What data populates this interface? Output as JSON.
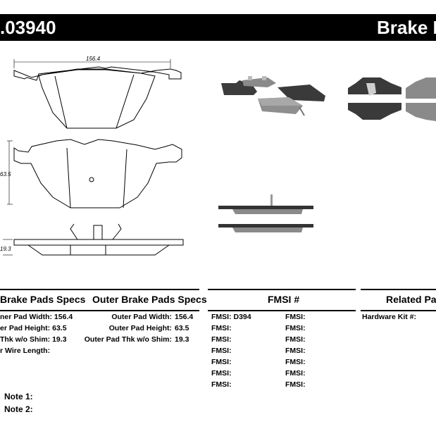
{
  "header": {
    "part_number": ".03940",
    "title": "Brake F"
  },
  "drawing": {
    "width_dim": "156.4",
    "height_dim": "63.5",
    "thk_dim": "19.3"
  },
  "columns": {
    "inner_header": "Brake Pads Specs",
    "outer_header": "Outer Brake Pads Specs",
    "fmsi_header": "FMSI #",
    "related_header": "Related Pa"
  },
  "inner_specs": [
    {
      "label": "ner Pad Width:",
      "value": "156.4"
    },
    {
      "label": "er Pad Height:",
      "value": "63.5"
    },
    {
      "label": "Thk w/o Shim:",
      "value": "19.3"
    },
    {
      "label": "r Wire Length:",
      "value": ""
    }
  ],
  "outer_specs": [
    {
      "label": "Outer Pad Width:",
      "value": "156.4"
    },
    {
      "label": "Outer Pad Height:",
      "value": "63.5"
    },
    {
      "label": "Outer Pad Thk w/o Shim:",
      "value": "19.3"
    }
  ],
  "fmsi_rows": [
    {
      "left_label": "FMSI:",
      "left_value": "D394",
      "right_label": "FMSI:",
      "right_value": ""
    },
    {
      "left_label": "FMSI:",
      "left_value": "",
      "right_label": "FMSI:",
      "right_value": ""
    },
    {
      "left_label": "FMSI:",
      "left_value": "",
      "right_label": "FMSI:",
      "right_value": ""
    },
    {
      "left_label": "FMSI:",
      "left_value": "",
      "right_label": "FMSI:",
      "right_value": ""
    },
    {
      "left_label": "FMSI:",
      "left_value": "",
      "right_label": "FMSI:",
      "right_value": ""
    },
    {
      "left_label": "FMSI:",
      "left_value": "",
      "right_label": "FMSI:",
      "right_value": ""
    },
    {
      "left_label": "FMSI:",
      "left_value": "",
      "right_label": "FMSI:",
      "right_value": ""
    }
  ],
  "related": {
    "hardware_label": "Hardware Kit #:",
    "hardware_value": ""
  },
  "notes": {
    "note1": "Note 1:",
    "note2": "Note 2:"
  }
}
